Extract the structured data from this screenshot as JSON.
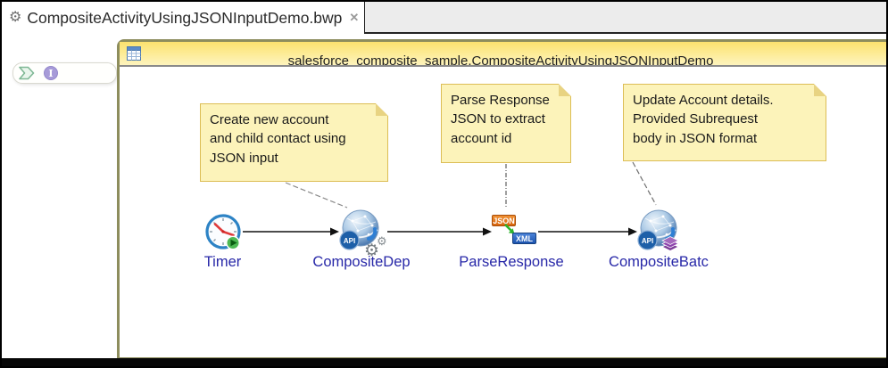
{
  "tab": {
    "title": "CompositeActivityUsingJSONInputDemo.bwp",
    "icons": {
      "gear": "⚙",
      "close": "✕"
    }
  },
  "palette": {
    "icons": {
      "info": "I"
    }
  },
  "process": {
    "title": "salesforce_composite_sample.CompositeActivityUsingJSONInputDemo"
  },
  "notes": [
    {
      "text": "Create new account\nand child contact using\nJSON input"
    },
    {
      "text": "Parse Response\nJSON to extract\naccount id"
    },
    {
      "text": "Update Account details.\nProvided Subrequest\nbody in JSON format"
    }
  ],
  "nodes": [
    {
      "label": "Timer"
    },
    {
      "label": "CompositeDep",
      "api": "API"
    },
    {
      "label": "ParseResponse",
      "badge_from": "JSON",
      "badge_to": "XML"
    },
    {
      "label": "CompositeBatc",
      "api": "API"
    }
  ],
  "colors": {
    "note_bg": "#fcf3ba",
    "note_border": "#dcbd55",
    "node_label": "#2828a8",
    "json_badge": "#e2711d",
    "xml_badge": "#2b67c9",
    "header_yellow": "#fce26e",
    "process_border": "#8d8d5d"
  }
}
